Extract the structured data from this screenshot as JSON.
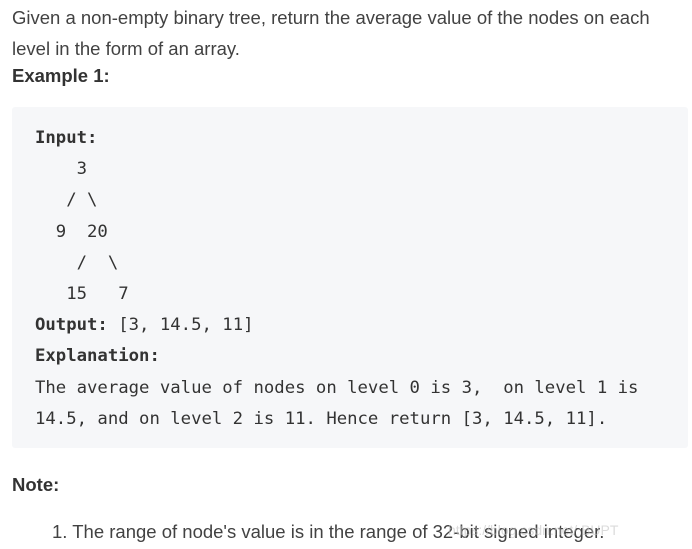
{
  "intro": "Given a non-empty binary tree, return the average value of the nodes on each level in the form of an array.",
  "example": {
    "heading": "Example 1:",
    "input_label": "Input:",
    "tree_lines": [
      "    3",
      "   / \\",
      "  9  20",
      "    /  \\",
      "   15   7"
    ],
    "output_label": "Output:",
    "output_value": " [3, 14.5, 11]",
    "explanation_label": "Explanation:",
    "explanation_lines": [
      "The average value of nodes on level 0 is 3,  on level 1 is",
      "14.5, and on level 2 is 11. Hence return [3, 14.5, 11]."
    ]
  },
  "note": {
    "heading": "Note:",
    "items": [
      "1. The range of node's value is in the range of 32-bit signed integer."
    ]
  },
  "watermark": "https://blog.csdn.net/ BUPT"
}
